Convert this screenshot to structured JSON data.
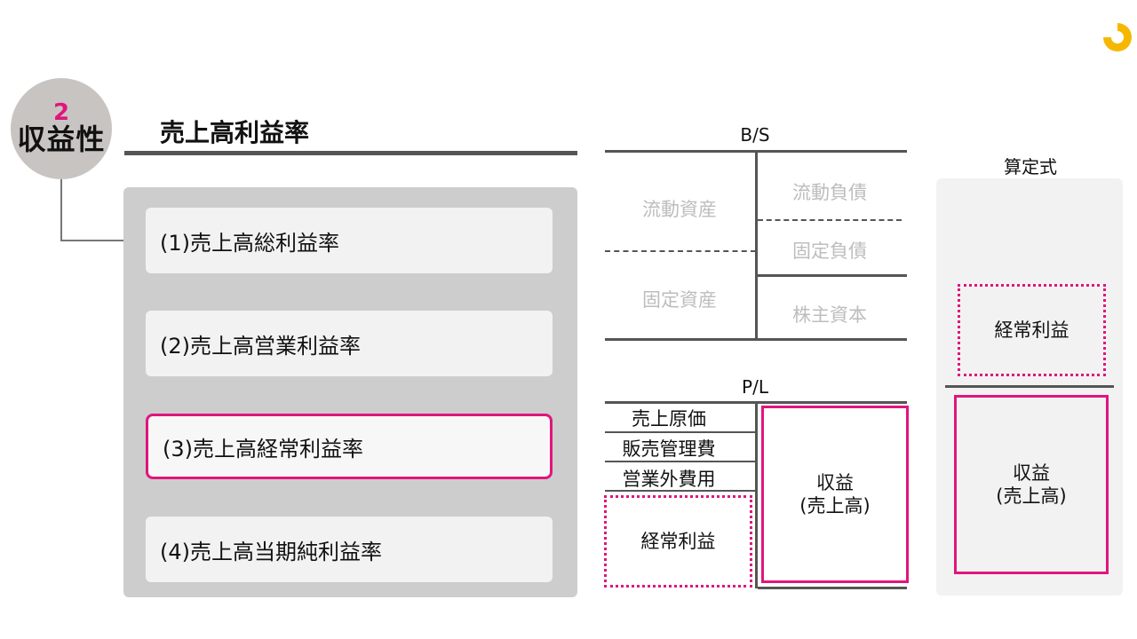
{
  "section": {
    "number": "2",
    "label": "収益性"
  },
  "title": "売上高利益率",
  "menu": [
    {
      "label": "(1)売上高総利益率"
    },
    {
      "label": "(2)売上高営業利益率"
    },
    {
      "label": "(3)売上高経常利益率"
    },
    {
      "label": "(4)売上高当期純利益率"
    }
  ],
  "bs": {
    "header": "B/S",
    "current_assets": "流動資産",
    "fixed_assets": "固定資産",
    "current_liabilities": "流動負債",
    "fixed_liabilities": "固定負債",
    "equity": "株主資本"
  },
  "pl": {
    "header": "P/L",
    "cost_of_sales": "売上原価",
    "sga": "販売管理費",
    "non_operating_expenses": "営業外費用",
    "ordinary_profit": "経常利益",
    "revenue_line1": "収益",
    "revenue_line2": "(売上高)"
  },
  "formula": {
    "header": "算定式",
    "numerator": "経常利益",
    "denominator_line1": "収益",
    "denominator_line2": "(売上高)"
  },
  "colors": {
    "accent": "#e0157d",
    "logo": "#f5b800",
    "panel": "#cdcdcd",
    "faint_text": "#bdbdbd"
  },
  "icons": {
    "logo": "brand-logo-icon"
  }
}
